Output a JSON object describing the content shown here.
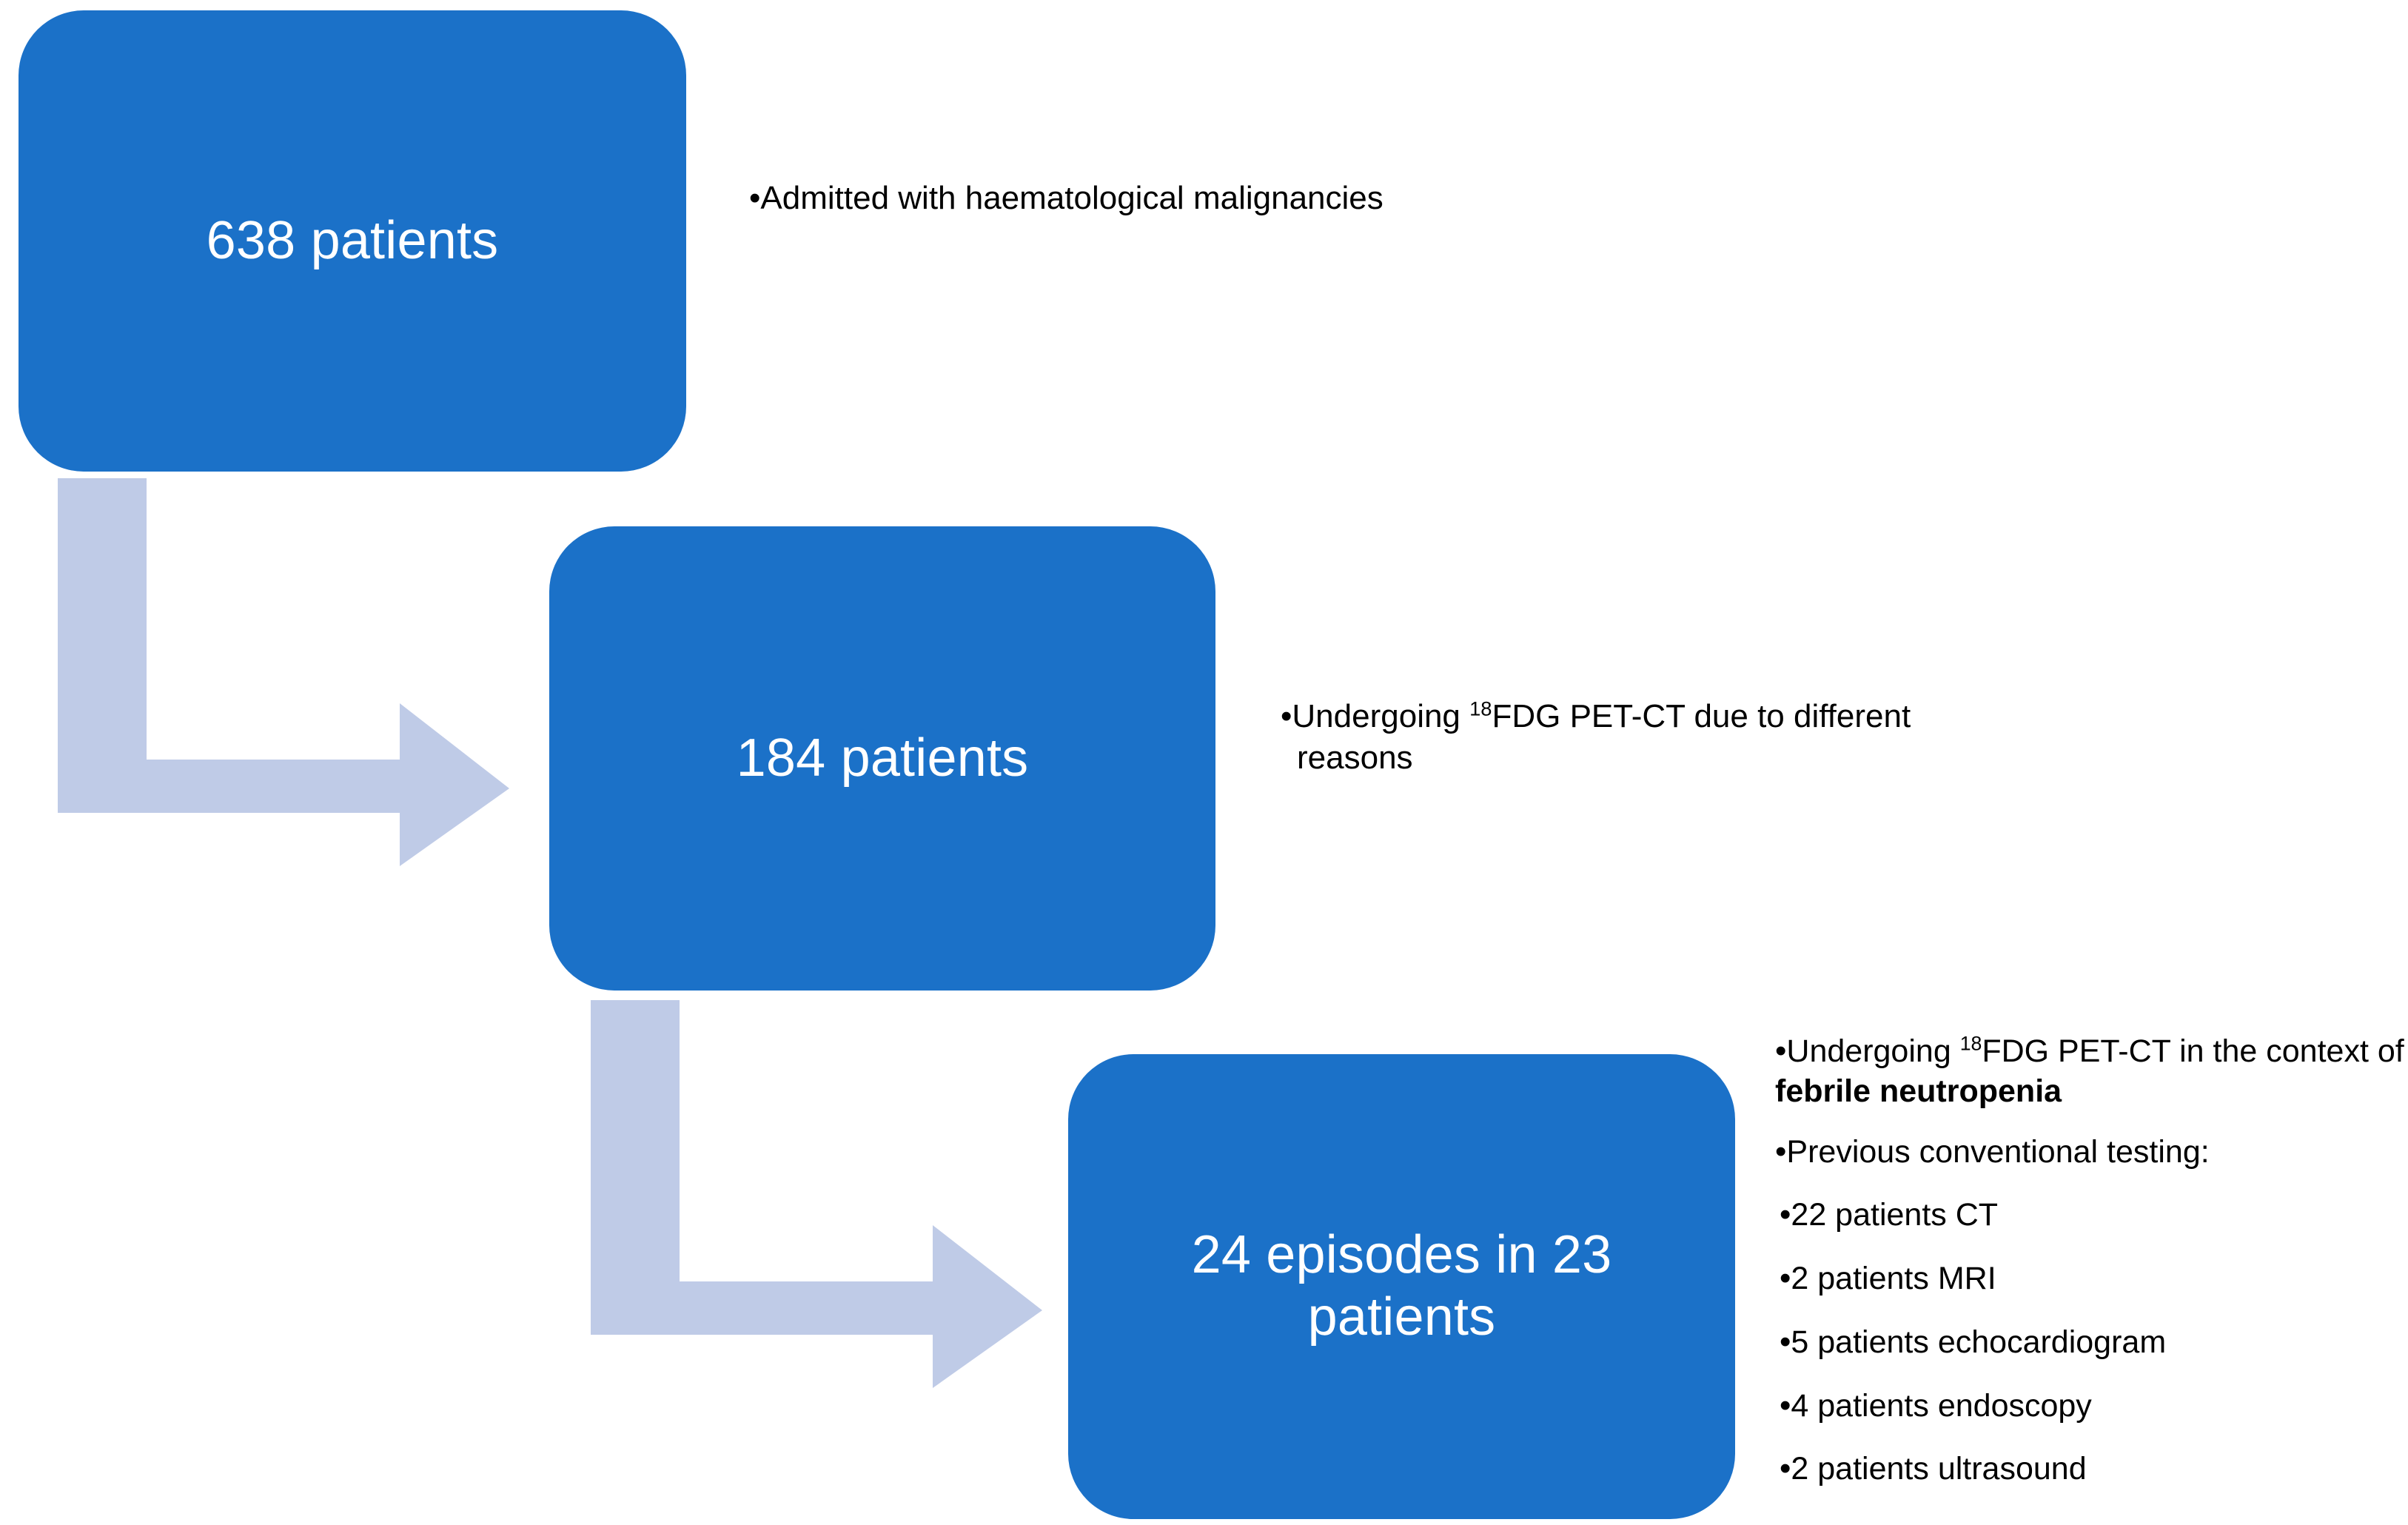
{
  "diagram": {
    "title": "Patient selection flowchart",
    "colors": {
      "node_fill": "#1B71C8",
      "node_text": "#FFFFFF",
      "arrow_fill": "#BFCBE7",
      "annotation_text": "#000000",
      "background": "#FFFFFF"
    },
    "nodes": [
      {
        "id": "node-1",
        "label": "638 patients"
      },
      {
        "id": "node-2",
        "label": "184 patients"
      },
      {
        "id": "node-3",
        "label": "24 episodes in 23 patients"
      }
    ],
    "arrows": [
      {
        "id": "arrow-1",
        "from": "node-1",
        "to": "node-2",
        "shape": "elbow-down-right"
      },
      {
        "id": "arrow-2",
        "from": "node-2",
        "to": "node-3",
        "shape": "elbow-down-right"
      }
    ],
    "annotations": {
      "annot_1": {
        "bullet": "•",
        "line1": "Admitted with haematological",
        "line2": "malignancies"
      },
      "annot_2": {
        "bullet": "•",
        "prefix": "Undergoing ",
        "superscript": "18",
        "suffix": "FDG PET-CT due to different reasons"
      },
      "annot_3": {
        "bullet": "•",
        "lead_1_prefix": "Undergoing ",
        "lead_1_superscript": "18",
        "lead_1_mid": "FDG PET-CT in the context of ",
        "lead_1_bold": "febrile neutropenia",
        "lead_2": "Previous conventional testing:",
        "sub_items": [
          "22 patients CT",
          "2 patients MRI",
          "5 patients echocardiogram",
          "4 patients endoscopy",
          "2 patients ultrasound"
        ]
      }
    }
  }
}
